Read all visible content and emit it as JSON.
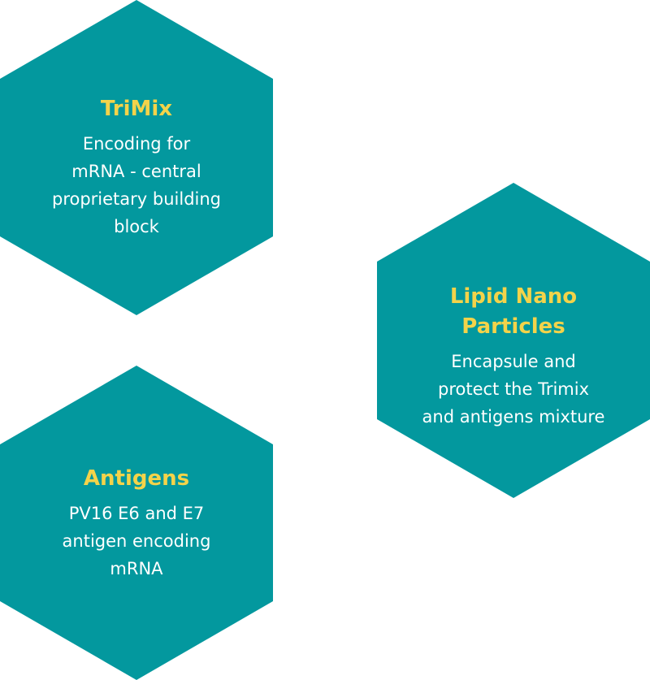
{
  "colors": {
    "hexagon_fill": "#03989e",
    "title": "#f3d34a",
    "description": "#ffffff",
    "background": "#ffffff"
  },
  "hexagons": [
    {
      "title": "TriMix",
      "description": "Encoding for\nmRNA - central\nproprietary building\nblock"
    },
    {
      "title": "Lipid Nano\nParticles",
      "description": "Encapsule and\nprotect the Trimix\nand antigens mixture"
    },
    {
      "title": "Antigens",
      "description": "PV16 E6 and E7\nantigen encoding\nmRNA"
    }
  ]
}
